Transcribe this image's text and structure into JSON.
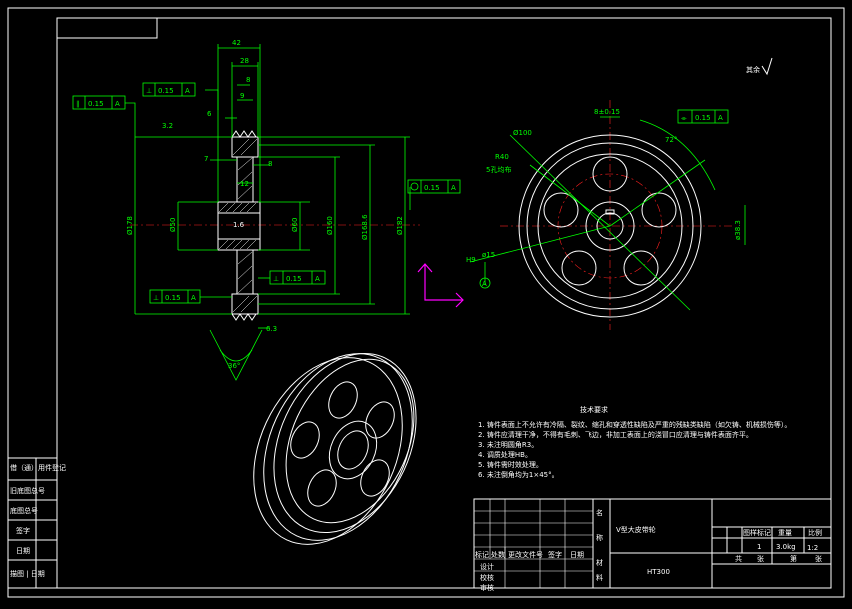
{
  "drawing": {
    "section_dims": [
      "42",
      "28",
      "8",
      "9",
      "6",
      "7",
      "8",
      "12",
      "1.6",
      "3.2",
      "6.3",
      "36°"
    ],
    "diameters": [
      "Ø178",
      "Ø50",
      "Ø60",
      "Ø160",
      "Ø168.6",
      "Ø182"
    ],
    "tolerances": {
      "parallel_1": "0.15",
      "perp_1": "0.15",
      "perp_2": "0.15",
      "perp_3": "0.15",
      "circular": "0.15",
      "sym": "0.15",
      "datum": "A"
    },
    "front_dims": [
      "8±0.15",
      "Ø100",
      "R40",
      "5孔均布",
      "72°",
      "H9",
      "ø15",
      "ø38.3",
      "A"
    ],
    "surface_note": "其余"
  },
  "tech_req": {
    "title": "技术要求",
    "items": [
      "1. 铸件表面上不允许有冷隔、裂纹、缩孔和穿透性缺陷及严重的残缺类缺陷（如欠铸、机械损伤等）。",
      "2. 铸件应清理干净，不得有毛刺、飞边，非加工表面上的浇冒口应清理与铸件表面齐平。",
      "3. 未注明圆角R3。",
      "4. 调质处理HB。",
      "5. 铸件需时效处理。",
      "6. 未注倒角均为1×45°。"
    ]
  },
  "title_block": {
    "part_name": "V型大皮带轮",
    "material": "HT300",
    "weight": "3.0kg",
    "scale": "1:2",
    "qty": "1",
    "name_label": "名称",
    "material_label": "材料",
    "headers": [
      "图样标记",
      "重量",
      "比例"
    ],
    "rev_headers": [
      "标记",
      "处数",
      "更改文件号",
      "签字",
      "日期"
    ],
    "roles": [
      "设计",
      "校核",
      "审核"
    ],
    "sheet": [
      "共",
      "张",
      "第",
      "张"
    ]
  },
  "left_strip": [
    "借（通）用件登记",
    "旧底图总号",
    "底图总号",
    "签字",
    "日期",
    "描图 | 日期"
  ]
}
